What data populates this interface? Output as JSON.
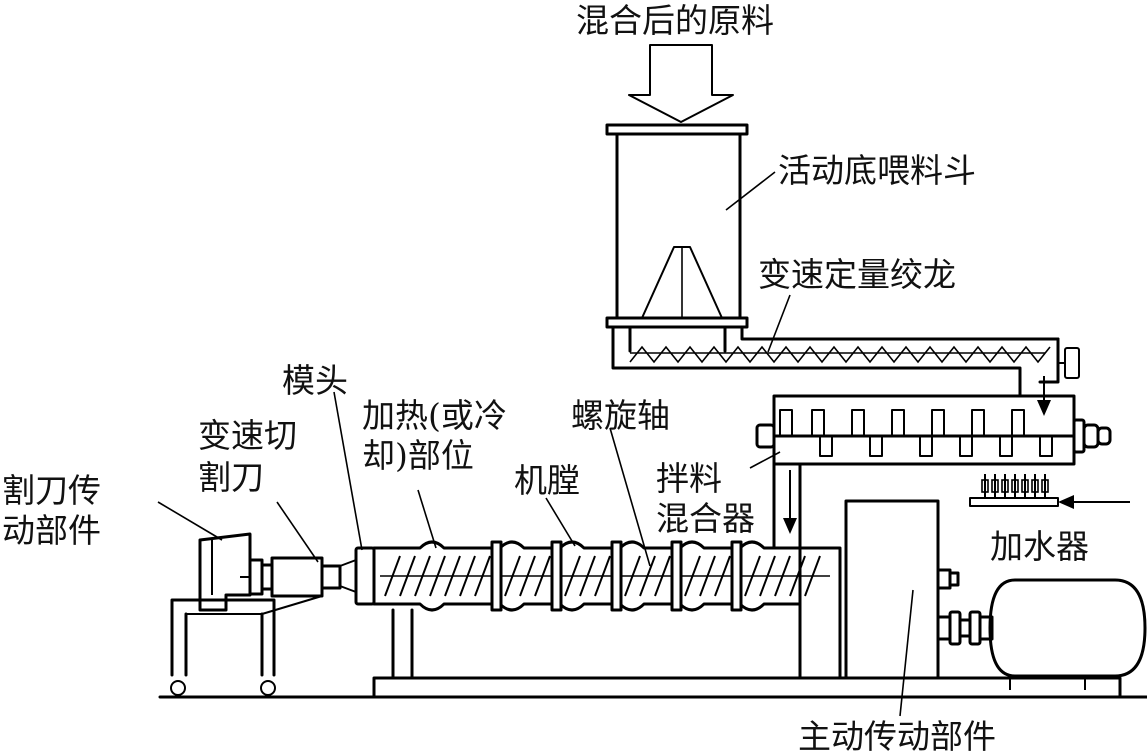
{
  "colors": {
    "ink": "#000000",
    "background": "#ffffff"
  },
  "labels": {
    "input_material": "混合后的原料",
    "hopper": "活动底喂料斗",
    "feed_screw": "变速定量绞龙",
    "die_head": "模头",
    "heating_zone_1": "加热(或冷",
    "heating_zone_2": "却)部位",
    "screw_shaft": "螺旋轴",
    "barrel": "机膛",
    "cutter_1": "变速切",
    "cutter_2": "割刀",
    "cutter_drive_1": "割刀传",
    "cutter_drive_2": "动部件",
    "mixer_1": "拌料",
    "mixer_2": "混合器",
    "water_adder": "加水器",
    "main_drive": "主动传动部件"
  }
}
